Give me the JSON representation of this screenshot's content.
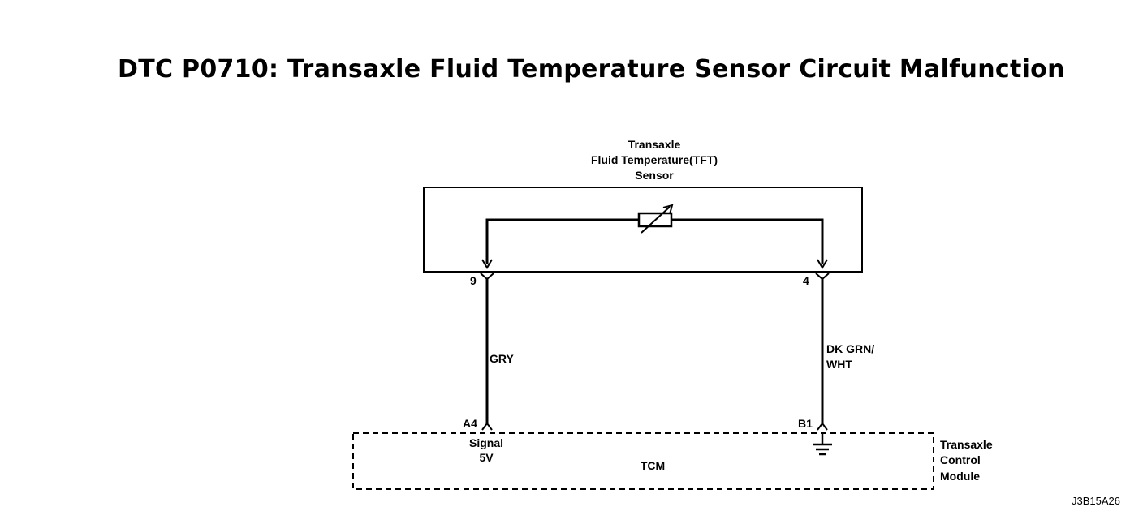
{
  "title": "DTC P0710: Transaxle Fluid Temperature Sensor Circuit Malfunction",
  "sensor": {
    "label_lines": [
      "Transaxle",
      "Fluid Temperature(TFT)",
      "Sensor"
    ],
    "pin_left": "9",
    "pin_right": "4"
  },
  "wires": {
    "left_color": "GRY",
    "right_color_lines": [
      "DK GRN/",
      "WHT"
    ]
  },
  "tcm": {
    "pin_left": "A4",
    "pin_right": "B1",
    "signal_lines": [
      "Signal",
      "5V"
    ],
    "name": "TCM",
    "module_lines": [
      "Transaxle",
      "Control",
      "Module"
    ]
  },
  "figure_code": "J3B15A26"
}
